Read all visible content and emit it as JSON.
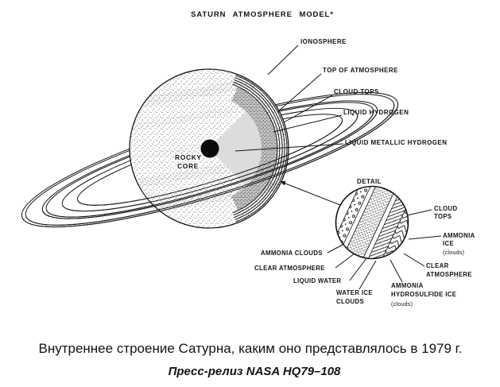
{
  "title": "SATURN ATMOSPHERE MODEL*",
  "planet": {
    "labels": {
      "ionosphere": "IONOSPHERE",
      "top_of_atmosphere": "TOP OF ATMOSPHERE",
      "cloud_tops": "CLOUD TOPS",
      "liquid_hydrogen": "LIQUID HYDROGEN",
      "liquid_metallic_hydrogen": "LIQUID METALLIC HYDROGEN",
      "rocky_core": [
        "ROCKY",
        "CORE"
      ]
    }
  },
  "detail": {
    "title": "DETAIL",
    "labels": {
      "cloud_tops": [
        "CLOUD",
        "TOPS"
      ],
      "ammonia_ice": [
        "AMMONIA",
        "ICE",
        "(clouds)"
      ],
      "clear_atmosphere_right": [
        "CLEAR",
        "ATMOSPHERE"
      ],
      "ammonia_hydrosulfide_ice": [
        "AMMONIA",
        "HYDROSULFIDE ICE",
        "(clouds)"
      ],
      "water_ice_clouds": [
        "WATER ICE",
        "CLOUDS"
      ],
      "liquid_water": "LIQUID WATER",
      "clear_atmosphere_left": "CLEAR ATMOSPHERE",
      "ammonia_clouds": "AMMONIA CLOUDS"
    }
  },
  "caption": {
    "line1": "Внутреннее строение Сатурна, каким оно представлялось в 1979 г.",
    "line2": "Пресс-релиз NASA HQ79–108"
  },
  "colors": {
    "background": "#ffffff",
    "ink": "#141414",
    "wedge_gray": "#dcdcdc",
    "metallic_gray": "#c6c6c6"
  }
}
